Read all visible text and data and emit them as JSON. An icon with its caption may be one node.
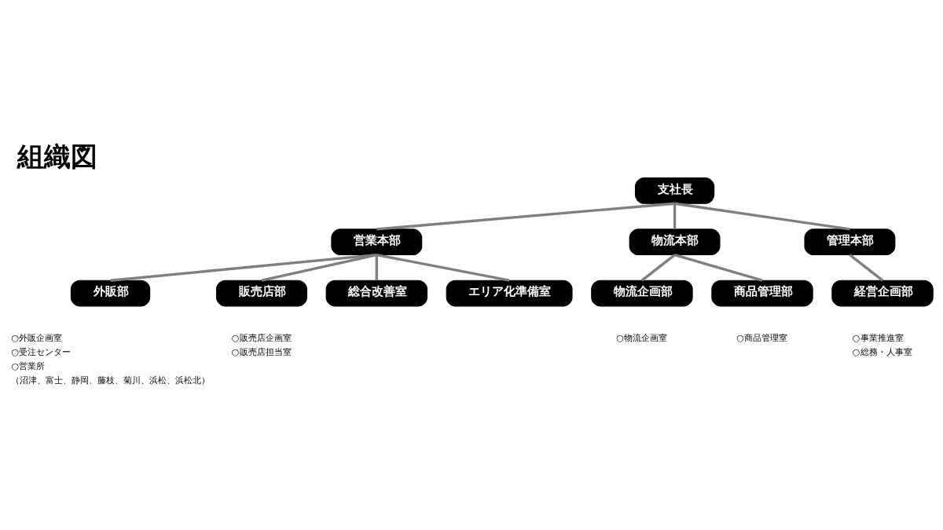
{
  "diagram": {
    "title": "組織図",
    "nodes": [
      {
        "text": [
          "支社長"
        ]
      },
      {
        "text": [
          "営業本部"
        ]
      },
      {
        "text": [
          "物流本部"
        ]
      },
      {
        "text": [
          "管理本部"
        ]
      },
      {
        "text": [
          "外販部"
        ],
        "beside": [
          "○外販企画室",
          "○受注センター",
          "○営業所",
          "（沼津、富士、静岡、藤枝、菊川、浜松、浜松北）"
        ]
      },
      {
        "text": [
          "販売店部"
        ],
        "beside": [
          "○販売店企画室",
          "○販売店担当室"
        ]
      },
      {
        "text": [
          "総合改善室"
        ]
      },
      {
        "text": [
          "エリア化準備室"
        ]
      },
      {
        "text": [
          "物流企画部"
        ],
        "beside": [
          "○物流企画室"
        ]
      },
      {
        "text": [
          "商品管理部"
        ],
        "beside": [
          "○商品管理室"
        ]
      },
      {
        "text": [
          "経営企画部"
        ],
        "beside": [
          "○事業推進室",
          "○総務・人事室"
        ]
      }
    ],
    "edges": [
      {
        "from": 0,
        "to": 1,
        "arrow": "none"
      },
      {
        "from": 0,
        "to": 2,
        "arrow": "none"
      },
      {
        "from": 0,
        "to": 3,
        "arrow": "none"
      },
      {
        "from": 1,
        "to": 4,
        "arrow": "none"
      },
      {
        "from": 1,
        "to": 5,
        "arrow": "none"
      },
      {
        "from": 1,
        "to": 6,
        "arrow": "none"
      },
      {
        "from": 1,
        "to": 7,
        "arrow": "none"
      },
      {
        "from": 2,
        "to": 8,
        "arrow": "none"
      },
      {
        "from": 2,
        "to": 9,
        "arrow": "none"
      },
      {
        "from": 3,
        "to": 10,
        "arrow": "none"
      }
    ]
  }
}
